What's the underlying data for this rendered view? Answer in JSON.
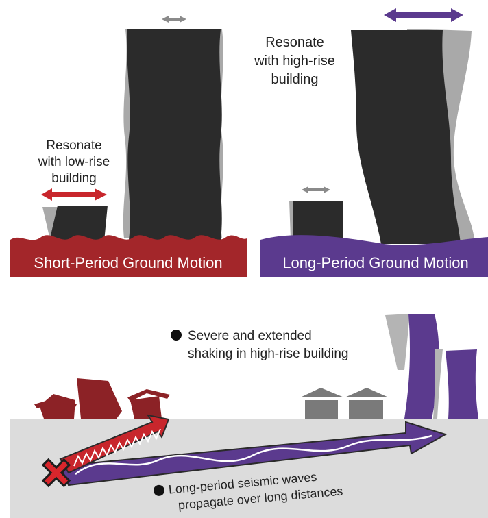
{
  "panels": {
    "short": {
      "annotation_lines": [
        "Resonate",
        "with low-rise",
        "building"
      ],
      "banner_label": "Short-Period Ground Motion"
    },
    "long": {
      "annotation_lines": [
        "Resonate",
        "with high-rise",
        "building"
      ],
      "banner_label": "Long-Period Ground Motion"
    }
  },
  "lower": {
    "shaking_note_lines": [
      "Severe and extended",
      "shaking in high-rise building"
    ],
    "wave_note_lines": [
      "Long-period seismic waves",
      "propagate over long distances"
    ]
  },
  "colors": {
    "short_period": "#a3262a",
    "long_period": "#5b3a8e",
    "building_dark": "#2b2b2b",
    "building_ghost": "#a9a9a9",
    "ground": "#dcdcdc",
    "house": "#7a7a7a"
  }
}
